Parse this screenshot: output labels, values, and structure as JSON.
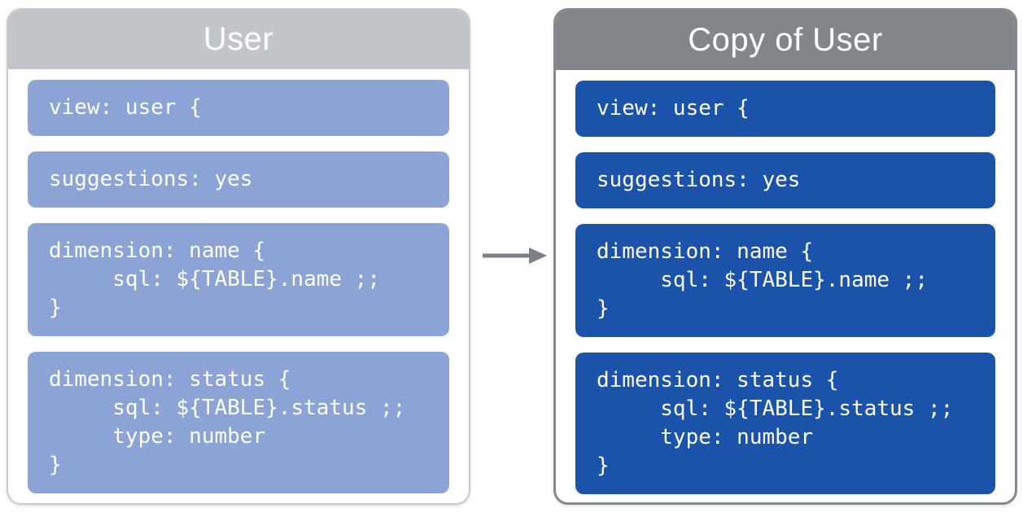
{
  "colors": {
    "left_header": "#c1c4c8",
    "left_border": "#c7cacd",
    "left_block": "#8ca3d6",
    "right_header": "#81868a",
    "right_border": "#85898d",
    "right_block": "#1b53aa",
    "arrow_color": "#7b8086",
    "title_text": "#ffffff",
    "code_text": "#ffffff"
  },
  "panels": [
    {
      "title": "User",
      "blocks": [
        "view: user {",
        "suggestions: yes",
        "dimension: name {\n     sql: ${TABLE}.name ;;\n}",
        "dimension: status {\n     sql: ${TABLE}.status ;;\n     type: number\n}"
      ]
    },
    {
      "title": "Copy of User",
      "blocks": [
        "view: user {",
        "suggestions: yes",
        "dimension: name {\n     sql: ${TABLE}.name ;;\n}",
        "dimension: status {\n     sql: ${TABLE}.status ;;\n     type: number\n}"
      ]
    }
  ]
}
